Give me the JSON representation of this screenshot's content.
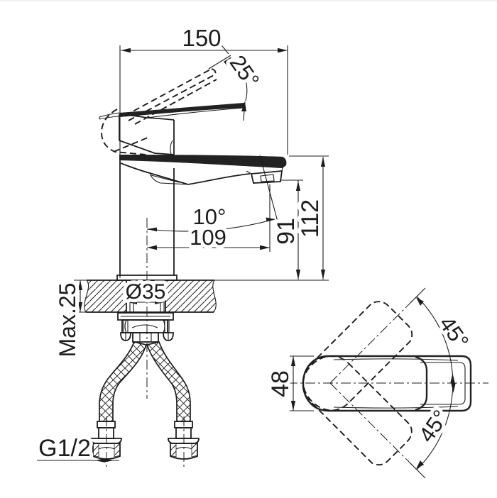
{
  "drawing": {
    "background": "#ffffff",
    "line_color": "#1d1d1d",
    "labels": {
      "width_overall": "150",
      "handle_lift_angle": "25°",
      "aerator_tilt_angle": "10°",
      "spout_reach": "109",
      "spout_height": "91",
      "overall_height": "112",
      "max_deck_thickness": "Max.25",
      "hole_diameter": "Ø35",
      "connection_thread": "G1/2",
      "handle_width": "48",
      "swing_up_angle": "45°",
      "swing_down_angle": "45°"
    }
  }
}
